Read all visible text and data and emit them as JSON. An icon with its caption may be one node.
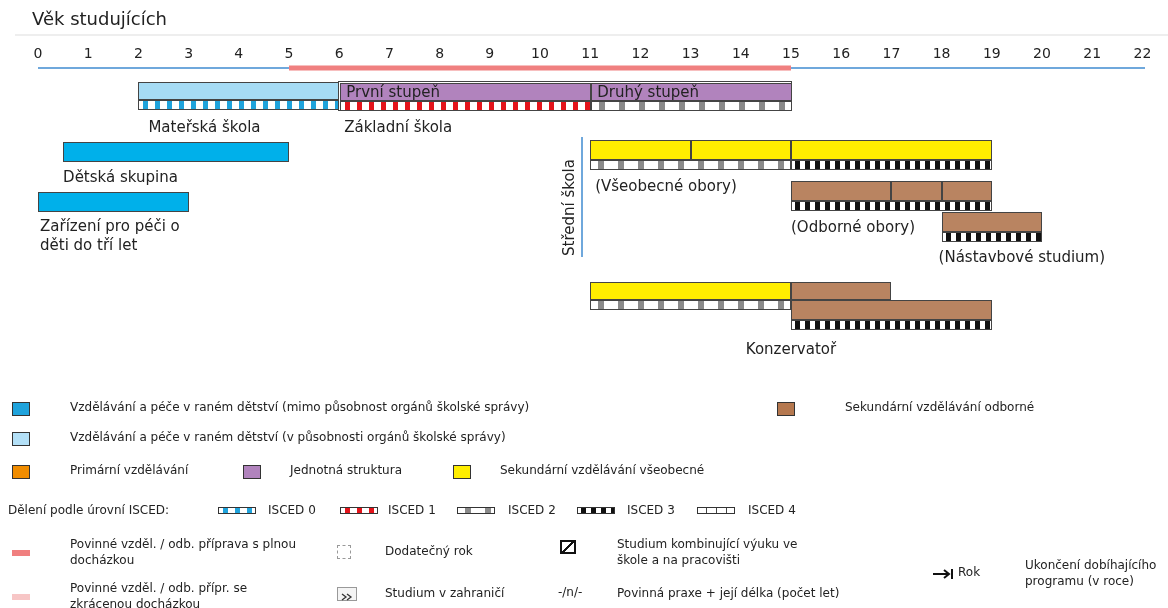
{
  "diagram": {
    "title": "Věk studujících",
    "nodes": [
      {
        "text": [],
        "shape": "bar",
        "beside": [
          "Mateřská škola"
        ]
      },
      {
        "text": [],
        "shape": "bar",
        "beside": [
          "Základní škola"
        ]
      },
      {
        "text": [
          "První stupeň"
        ],
        "in": 1
      },
      {
        "text": [
          "Druhý stupeň"
        ],
        "in": 1
      },
      {
        "text": [],
        "shape": "bar",
        "beside": [
          "Dětská skupina"
        ]
      },
      {
        "text": [],
        "shape": "bar",
        "beside": [
          "Zařízení pro péči o děti do tří let"
        ]
      },
      {
        "text": [],
        "shape": "bar",
        "beside": [
          "(Všeobecné obory)"
        ]
      },
      {
        "text": [],
        "shape": "bar",
        "beside": [
          "(Odborné obory)"
        ]
      },
      {
        "text": [],
        "shape": "bar",
        "beside": [
          "(Nástavbové studium)"
        ]
      },
      {
        "text": [],
        "shape": "bar",
        "beside": [
          "Konzervatoř"
        ]
      }
    ],
    "labels": [
      "0",
      "1",
      "2",
      "3",
      "4",
      "5",
      "6",
      "7",
      "8",
      "9",
      "10",
      "11",
      "12",
      "13",
      "14",
      "15",
      "16",
      "17",
      "18",
      "19",
      "20",
      "21",
      "22",
      "Střední škola",
      "Dělení podle úrovní ISCED:",
      "Rok",
      "-/n/-"
    ],
    "legend": [
      {
        "text": "Vzdělávání a péče v raném dětství (mimo působnost orgánů školské správy)",
        "color": "#1fa3dc"
      },
      {
        "text": "Sekundární vzdělávání odborné",
        "color": "#b5784f"
      },
      {
        "text": "Vzdělávání a péče v raném dětství (v působnosti orgánů školské správy)",
        "color": "#b3e0f7"
      },
      {
        "text": "Primární vzdělávání",
        "color": "#f08c00"
      },
      {
        "text": "Jednotná struktura",
        "color": "#b183bd"
      },
      {
        "text": "Sekundární vzdělávání všeobecné",
        "color": "#ffee00"
      },
      {
        "text": "ISCED 0"
      },
      {
        "text": "ISCED 1"
      },
      {
        "text": "ISCED 2"
      },
      {
        "text": "ISCED 3"
      },
      {
        "text": "ISCED 4"
      },
      {
        "text": "Povinné vzděl. / odb. příprava s plnou docházkou",
        "color": "#f07f7f"
      },
      {
        "text": "Dodatečný rok"
      },
      {
        "text": "Studium kombinující výuku ve škole a na pracovišti"
      },
      {
        "text": "Ukončení dobíhajícího programu (v roce)"
      },
      {
        "text": "Povinné vzděl. / odb. přípr. se zkrácenou docházkou",
        "color": "#f7c6c6"
      },
      {
        "text": "Studium v zahraničí"
      },
      {
        "text": "Povinná praxe + její délka (počet let)"
      }
    ]
  }
}
